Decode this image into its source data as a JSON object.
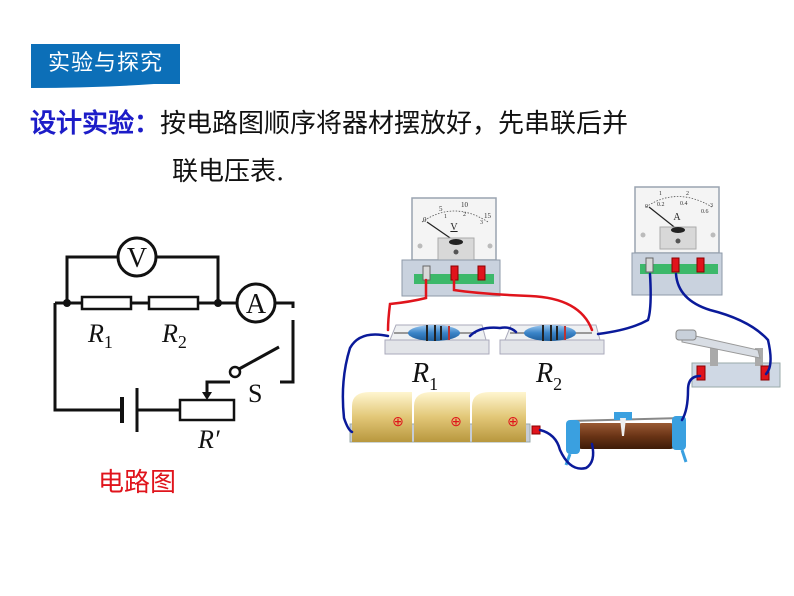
{
  "section_badge": {
    "label": "实验与探究",
    "color": "#0c6fb8"
  },
  "design": {
    "label": "设计实验：",
    "label_color": "#1c1cc8",
    "text_line1": "按电路图顺序将器材摆放好，先串联后并",
    "text_line2": "联电压表."
  },
  "schematic": {
    "voltmeter_symbol": "V",
    "ammeter_symbol": "A",
    "resistor1_label": "R",
    "resistor1_sub": "1",
    "resistor2_label": "R",
    "resistor2_sub": "2",
    "rheostat_label": "R′",
    "switch_label": "S",
    "caption": "电路图",
    "caption_color": "#e0141c"
  },
  "physical": {
    "voltmeter": {
      "unit": "V",
      "scale_outer": [
        "0",
        "5",
        "10",
        "15"
      ],
      "scale_inner": [
        "1",
        "2",
        "3"
      ]
    },
    "ammeter": {
      "unit": "A",
      "scale_outer": [
        "0",
        "1",
        "2",
        "3"
      ],
      "scale_inner": [
        "0.2",
        "0.4",
        "0.6"
      ]
    },
    "resistor1_label": "R",
    "resistor1_sub": "1",
    "resistor2_label": "R",
    "resistor2_sub": "2",
    "battery_cells": [
      "⊕",
      "⊕",
      "⊕"
    ],
    "wire_colors": {
      "red": "#e0141c",
      "blue": "#0a1a9a"
    }
  }
}
